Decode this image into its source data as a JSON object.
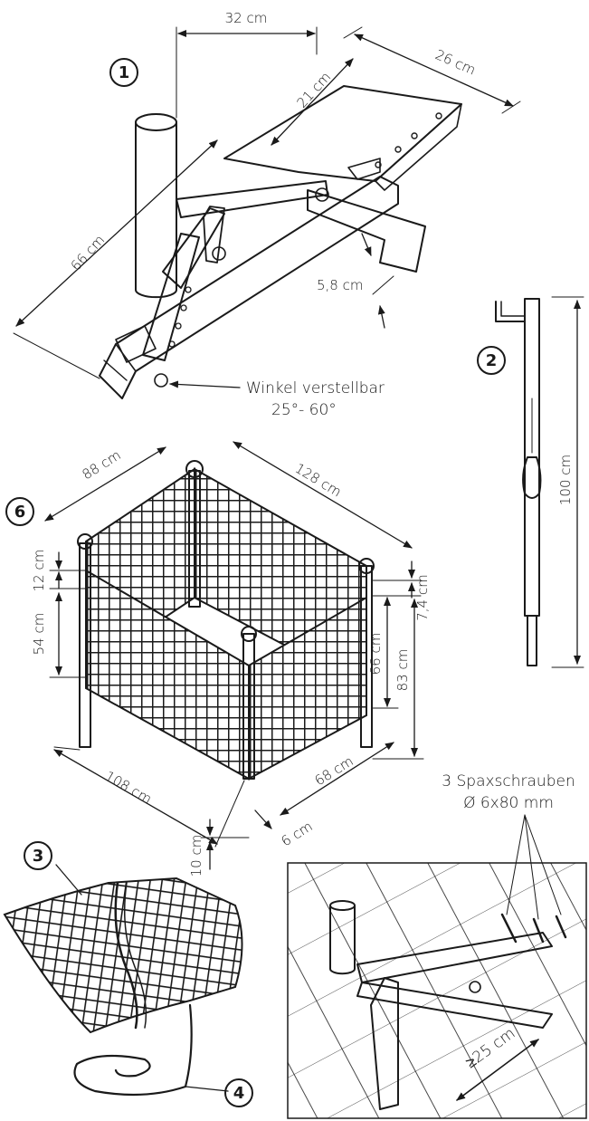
{
  "labels": {
    "part1": "1",
    "part2": "2",
    "part3": "3",
    "part4": "4",
    "part6": "6",
    "d32": "32 cm",
    "d26": "26 cm",
    "d21": "21 cm",
    "d66": "66 cm",
    "d58": "5,8 cm",
    "angle_title": "Winkel verstellbar",
    "angle_range": "25°- 60°",
    "d100": "100 cm",
    "d88": "88 cm",
    "d128": "128 cm",
    "d12": "12 cm",
    "d54": "54 cm",
    "d74": "7,4 cm",
    "d66b": "66 cm",
    "d83": "83 cm",
    "d108": "108 cm",
    "d68": "68 cm",
    "d6": "6 cm",
    "d10": "10 cm",
    "screws_line1": "3 Spaxschrauben",
    "screws_line2": "Ø 6x80 mm",
    "d25": "≥25 cm"
  },
  "colors": {
    "ink": "#1a1a1a",
    "paper": "#ffffff"
  }
}
